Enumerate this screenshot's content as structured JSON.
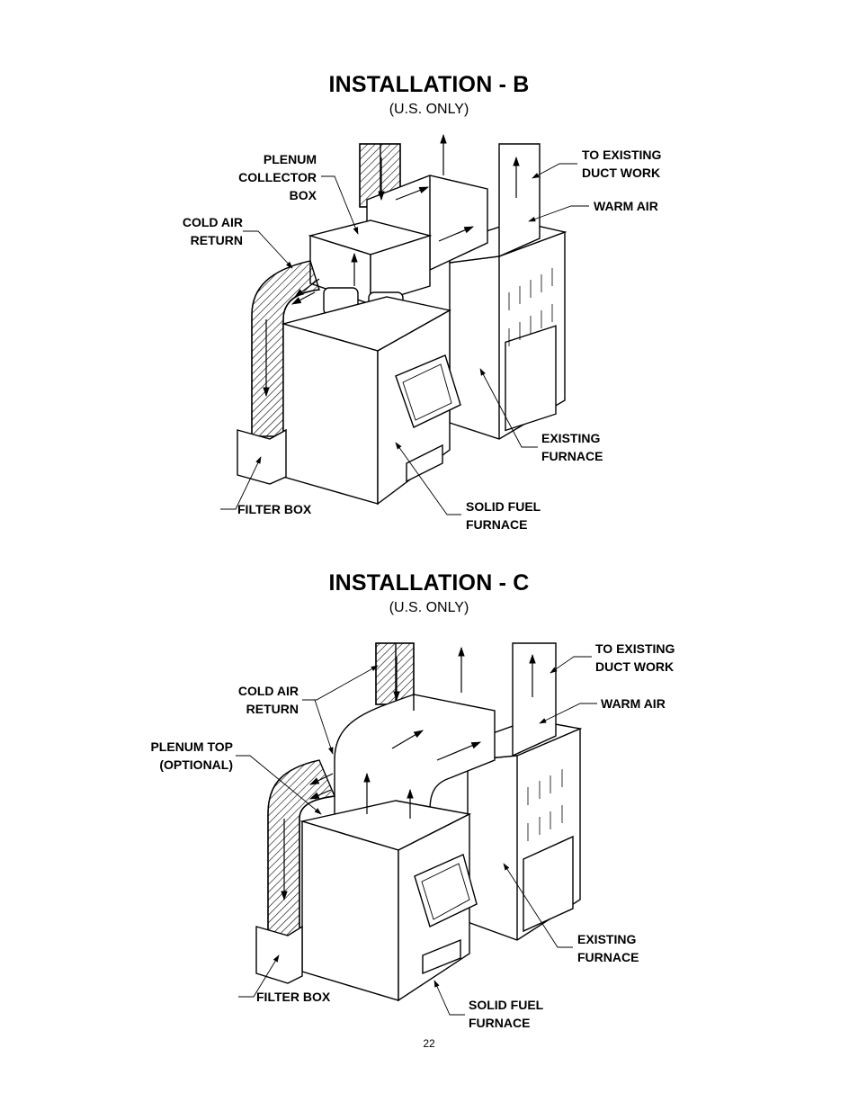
{
  "installation_b": {
    "title": "INSTALLATION - B",
    "subtitle": "(U.S. ONLY)",
    "labels": {
      "plenum_collector_box": "PLENUM\nCOLLECTOR\nBOX",
      "cold_air_return": "COLD AIR\nRETURN",
      "to_existing_duct_work": "TO EXISTING\nDUCT WORK",
      "warm_air": "WARM AIR",
      "existing_furnace": "EXISTING\nFURNACE",
      "solid_fuel_furnace": "SOLID FUEL\nFURNACE",
      "filter_box": "FILTER BOX"
    }
  },
  "installation_c": {
    "title": "INSTALLATION - C",
    "subtitle": "(U.S. ONLY)",
    "labels": {
      "cold_air_return": "COLD AIR\nRETURN",
      "plenum_top": "PLENUM TOP\n(OPTIONAL)",
      "to_existing_duct_work": "TO EXISTING\nDUCT WORK",
      "warm_air": "WARM AIR",
      "existing_furnace": "EXISTING\nFURNACE",
      "solid_fuel_furnace": "SOLID FUEL\nFURNACE",
      "filter_box": "FILTER BOX"
    }
  },
  "page_number": "22"
}
